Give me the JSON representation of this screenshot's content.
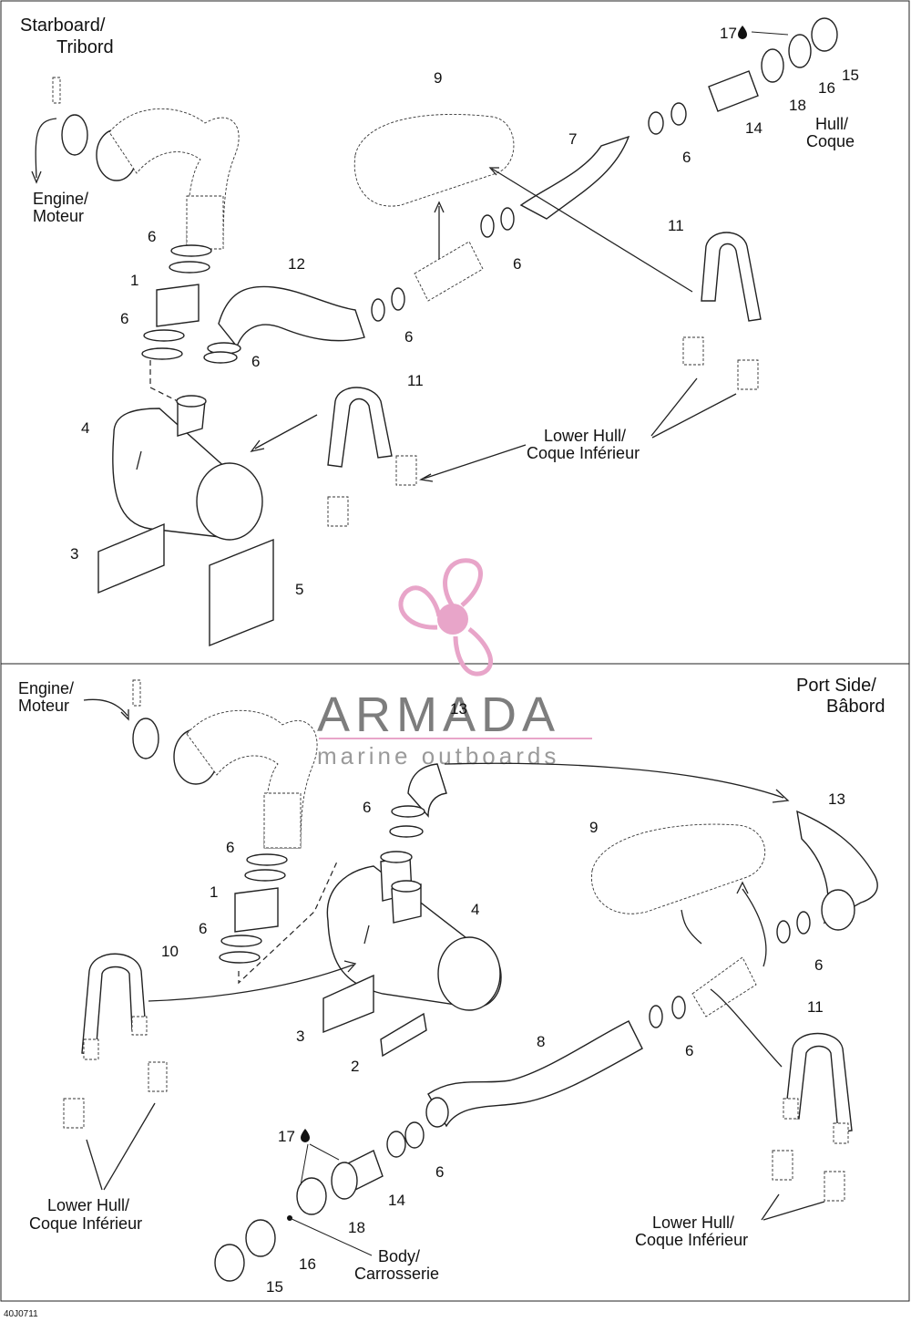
{
  "panels": {
    "top": {
      "heading": [
        "Starboard/",
        "Tribord"
      ],
      "engine": [
        "Engine/",
        "Moteur"
      ],
      "hull": [
        "Hull/",
        "Coque"
      ],
      "lower_hull": [
        "Lower Hull/",
        "Coque Inférieur"
      ]
    },
    "bottom": {
      "heading": [
        "Port Side/",
        "Bâbord"
      ],
      "engine": [
        "Engine/",
        "Moteur"
      ],
      "body": [
        "Body/",
        "Carrosserie"
      ],
      "lower_hull_left": [
        "Lower Hull/",
        "Coque Inférieur"
      ],
      "lower_hull_right": [
        "Lower Hull/",
        "Coque Inférieur"
      ]
    }
  },
  "part_numbers": {
    "top": [
      "1",
      "3",
      "4",
      "5",
      "6",
      "6",
      "6",
      "6",
      "6",
      "6",
      "7",
      "9",
      "11",
      "11",
      "12",
      "14",
      "15",
      "16",
      "17",
      "18"
    ],
    "bottom": [
      "1",
      "2",
      "3",
      "4",
      "6",
      "6",
      "6",
      "6",
      "6",
      "6",
      "8",
      "9",
      "10",
      "11",
      "13",
      "13",
      "14",
      "15",
      "16",
      "17",
      "18"
    ]
  },
  "icons": {
    "drop": "oil-drop-icon",
    "logo": "propeller-logo-icon"
  },
  "watermark": {
    "name": "ARMADA",
    "tagline": "marine outboards",
    "logo_color": "#e8a5c9"
  },
  "footer": {
    "code": "40J0711"
  }
}
